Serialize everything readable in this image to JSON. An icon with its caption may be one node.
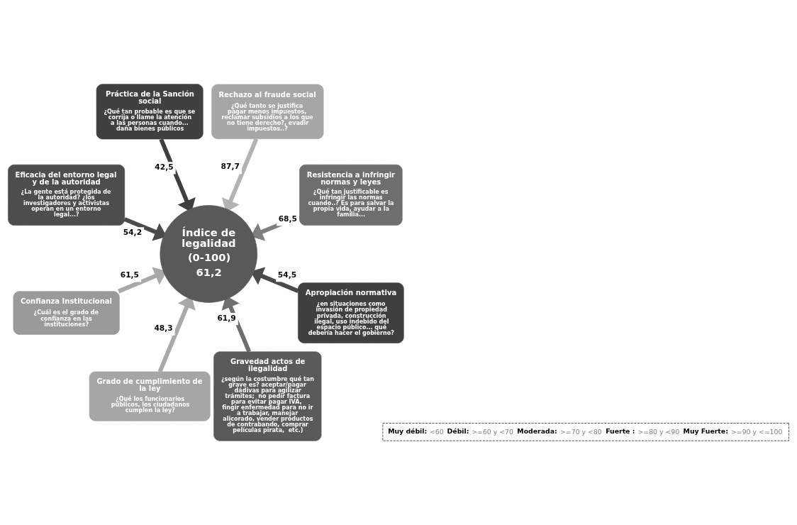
{
  "diagram": {
    "nodes": [
      {
        "text": [
          "Resistencia a infringir normas y leyes",
          "¿Qué tan justificable es infringir las normas cuando..? Es para salvar la propia vida, ayudar a la familia..."
        ]
      },
      {
        "text": [
          "Rechazo al fraude social",
          "¿Qué tanto se justifica pagar menos impuestos, reclamar subsidios a los que no tiene derecho?, evadir impuestos..?"
        ]
      },
      {
        "text": [
          "Práctica de la Sanción social",
          "¿Qué tan probable es que se corrija o llame la atención a las personas cuando... daña bienes públicos"
        ]
      },
      {
        "text": [
          "Eficacia del entorno legal y de la autoridad",
          "¿La gente está protegida de la autoridad? ¿los investigadores y activistas operan en un entorno legal...?"
        ]
      },
      {
        "text": [
          "Confianza Institucional",
          "¿Cuál es el grado de confianza en las instituciones?"
        ]
      },
      {
        "text": [
          "Grado de cumplimiento de la ley",
          "¿Qué los funcionarios públicos, los ciudadanos cumplen la ley?"
        ]
      },
      {
        "text": [
          "Gravedad actos de ilegalidad",
          "¿según la costumbre qué tan grave es? aceptar/pagar dádivas para agilizar trámites;  no pedir factura para evitar pagar IVA,  fingir enfermedad para no ir a trabajar, manejar alicorado, vender productos de contrabando, comprar películas pirata,  etc.)"
        ]
      },
      {
        "text": [
          "Apropiación normativa",
          "¿en situaciones como invasión de propiedad privada, construcción ilegal, uso indebido del espacio público... qué debería hacer el gobierno?"
        ]
      },
      {
        "text": [
          "Índice de legalidad",
          "(0-100)",
          "61,2"
        ]
      }
    ],
    "edges": [
      {
        "from": 0,
        "to": 8,
        "arrow": "to",
        "label": "68,5",
        "color": "#7f7f7f"
      },
      {
        "from": 1,
        "to": 8,
        "arrow": "to",
        "label": "87,7",
        "color": "#b3b3b3"
      },
      {
        "from": 2,
        "to": 8,
        "arrow": "to",
        "label": "42,5",
        "color": "#3f3f3f"
      },
      {
        "from": 3,
        "to": 8,
        "arrow": "to",
        "label": "54,2",
        "color": "#4a4a4a"
      },
      {
        "from": 4,
        "to": 8,
        "arrow": "to",
        "label": "61,5",
        "color": "#a9a9a9"
      },
      {
        "from": 5,
        "to": 8,
        "arrow": "to",
        "label": "48,3",
        "color": "#a9a9a9"
      },
      {
        "from": 6,
        "to": 8,
        "arrow": "to",
        "label": "61,9",
        "color": "#6e6e6e"
      },
      {
        "from": 7,
        "to": 8,
        "arrow": "to",
        "label": "54,5",
        "color": "#4a4a4a"
      }
    ],
    "labels": [
      "Muy débil:",
      "<60",
      "Débil:",
      ">=60 y <70",
      "Moderada:",
      ">=70 y <80",
      "Fuerte :",
      ">=80 y <90",
      "Muy Fuerte:",
      ">=90 y <=100"
    ]
  }
}
